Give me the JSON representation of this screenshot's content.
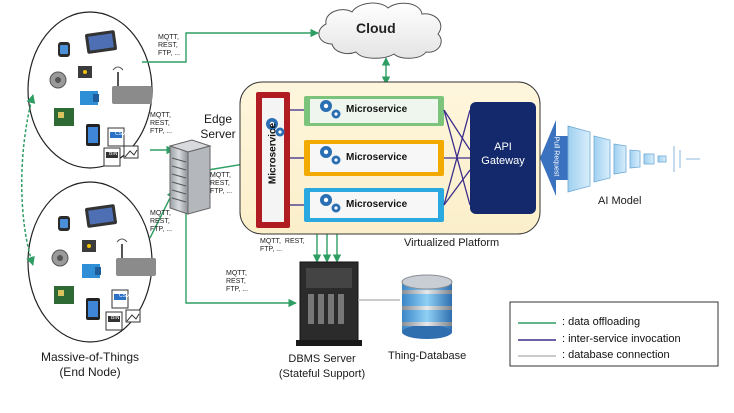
{
  "cloud": {
    "label": "Cloud"
  },
  "edge_server": {
    "label": "Edge\nServer"
  },
  "protocols": {
    "top": "MQTT,\nREST,\nFTP, ...",
    "edge_upper": "MQTT,\nREST,\nFTP, ...",
    "edge_lower": "MQTT,\nREST,\nFTP, ...",
    "edge_out": "MQTT,\nREST,\nFTP, ...",
    "platform_bottom": "MQTT,  REST,\nFTP, ...",
    "dbms_left": "MQTT,\nREST,\nFTP, ..."
  },
  "platform": {
    "label": "Virtualized Platform",
    "vertical_microservice": "Microservice",
    "microservices": [
      "Microservice",
      "Microservice",
      "Microservice"
    ]
  },
  "api_gateway": {
    "label": "API\nGateway"
  },
  "pull_request": {
    "label": "Pull Request"
  },
  "ai_model": {
    "label": "AI Model"
  },
  "end_node": {
    "label": "Massive-of-Things\n(End Node)"
  },
  "dbms_server": {
    "label": "DBMS Server\n(Stateful Support)"
  },
  "thing_database": {
    "label": "Thing-Database"
  },
  "device_tags": {
    "csv": "CSV",
    "bin": "BIN"
  },
  "legend": {
    "items": [
      {
        "label": ": data offloading",
        "color": "#2e9e63"
      },
      {
        "label": ": inter-service invocation",
        "color": "#3b2e8c"
      },
      {
        "label": ": database connection",
        "color": "#b8b8b8"
      }
    ]
  },
  "colors": {
    "offload": "#2e9e63",
    "invocation": "#3b2e8c",
    "db": "#b8b8b8",
    "platform_fill": "#fdf3d6",
    "gateway": "#13296b",
    "micro_green": "#7cc47c",
    "micro_orange": "#f2a900",
    "micro_blue": "#2aa8e0",
    "micro_red": "#b01c22"
  }
}
